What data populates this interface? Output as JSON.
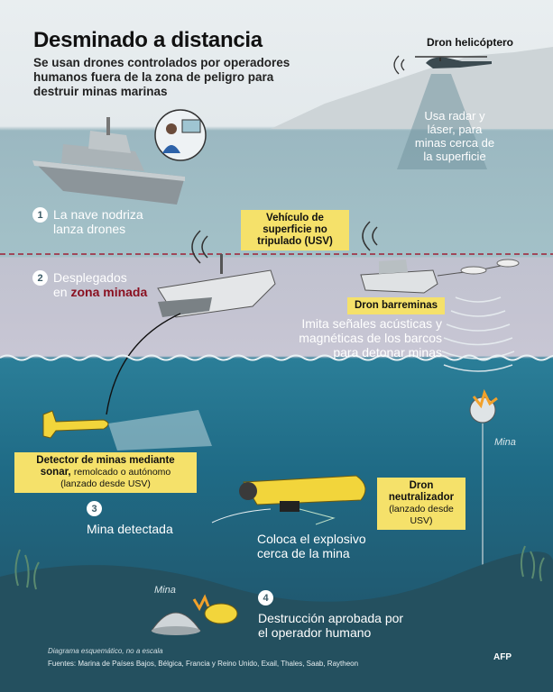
{
  "title": "Desminado a distancia",
  "subtitle": "Se usan drones controlados por operadores humanos fuera de la zona de peligro para destruir minas marinas",
  "helicopter": {
    "label": "Dron helicóptero",
    "description": "Usa radar y láser, para minas cerca de la superficie"
  },
  "steps": [
    {
      "num": "1",
      "text": "La nave nodriza lanza drones"
    },
    {
      "num": "2",
      "text": "Desplegados",
      "text_prefix": "en",
      "highlight": "zona minada"
    },
    {
      "num": "3",
      "text": "Mina detectada"
    },
    {
      "num": "4",
      "text": "Destrucción aprobada por el operador humano"
    }
  ],
  "usv_box": "Vehículo de superficie no tripulado (USV)",
  "sweeper_box": "Dron barreminas",
  "sweeper_desc": "Imita señales acústicas y magnéticas de los barcos para detonar minas",
  "detector_box": {
    "bold": "Detector de minas mediante sonar,",
    "rest": "remolcado o autónomo",
    "note": "(lanzado desde USV)"
  },
  "neutralizer_box": {
    "title": "Dron neutralizador",
    "note": "(lanzado desde USV)"
  },
  "explosive_text": "Coloca el explosivo cerca de la mina",
  "mine_label_right": "Mina",
  "mine_label_left": "Mina",
  "footer_note": "Diagrama esquemático, no a escala",
  "footer_sources": "Fuentes: Marina de Países Bajos, Bélgica, Francia y Reino Unido, Exail, Thales, Saab, Raytheon",
  "logo": "AFP",
  "colors": {
    "highlight_box": "#f5e16a",
    "danger_text": "#8a1020",
    "deep_water": "#1f6b86"
  }
}
